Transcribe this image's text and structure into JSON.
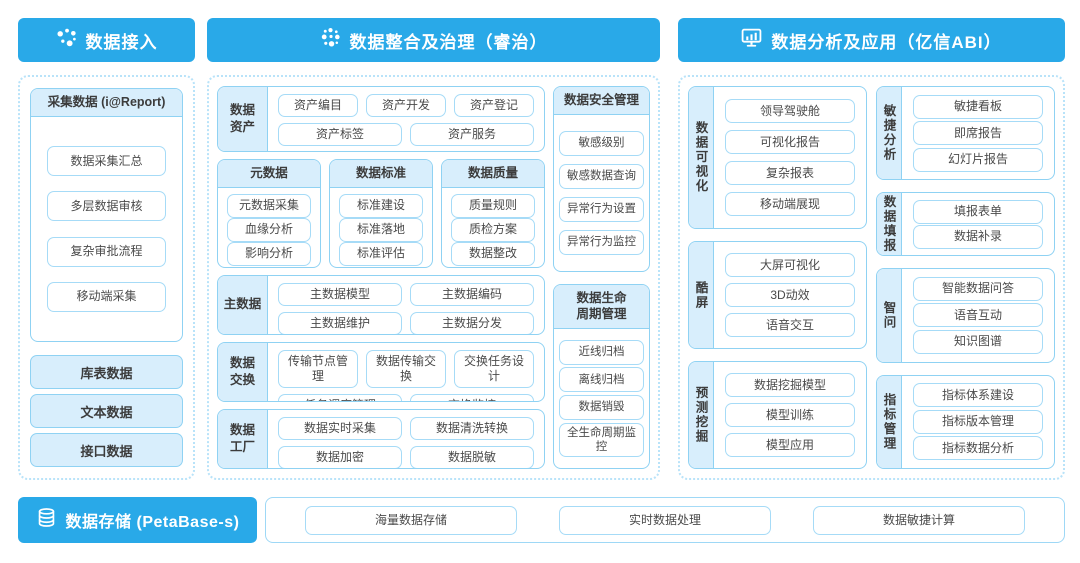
{
  "colors": {
    "accent_blue": "#29a9e8",
    "light_blue_fill": "#d8eefc",
    "card_border": "#8fd2f3",
    "item_border": "#a6dbf7",
    "dotted_border": "#b9e3f9",
    "text_dark": "#4a4a4a"
  },
  "headers": {
    "access": "数据接入",
    "governance": "数据整合及治理（睿治）",
    "analysis": "数据分析及应用（亿信ABI）",
    "storage": "数据存储 (PetaBase-s)"
  },
  "left_panel": {
    "collect_card": {
      "title": "采集数据 (i@Report)",
      "items": [
        "数据采集汇总",
        "多层数据审核",
        "复杂审批流程",
        "移动端采集"
      ]
    },
    "data_sources": [
      "库表数据",
      "文本数据",
      "接口数据"
    ]
  },
  "middle_panel": {
    "data_asset": {
      "label": "数据\n资产",
      "rows": [
        [
          "资产编目",
          "资产开发",
          "资产登记"
        ],
        [
          "资产标签",
          "资产服务"
        ]
      ]
    },
    "meta": {
      "title": "元数据",
      "items": [
        "元数据采集",
        "血缘分析",
        "影响分析"
      ]
    },
    "standard": {
      "title": "数据标准",
      "items": [
        "标准建设",
        "标准落地",
        "标准评估"
      ]
    },
    "quality": {
      "title": "数据质量",
      "items": [
        "质量规则",
        "质检方案",
        "数据整改"
      ]
    },
    "master": {
      "label": "主数据",
      "rows": [
        [
          "主数据模型",
          "主数据编码"
        ],
        [
          "主数据维护",
          "主数据分发"
        ]
      ]
    },
    "exchange": {
      "label": "数据\n交换",
      "rows": [
        [
          "传输节点管理",
          "数据传输交换",
          "交换任务设计"
        ],
        [
          "任务调度管理",
          "交换监控"
        ]
      ]
    },
    "factory": {
      "label": "数据\n工厂",
      "rows": [
        [
          "数据实时采集",
          "数据清洗转换"
        ],
        [
          "数据加密",
          "数据脱敏"
        ]
      ]
    },
    "security": {
      "title": "数据安全管理",
      "items": [
        "敏感级别",
        "敏感数据查询",
        "异常行为设置",
        "异常行为监控"
      ]
    },
    "lifecycle": {
      "title": "数据生命\n周期管理",
      "items": [
        "近线归档",
        "离线归档",
        "数据销毁",
        "全生命周期监控"
      ]
    }
  },
  "right_panel": {
    "visualization": {
      "label": "数据可视化",
      "items": [
        "领导驾驶舱",
        "可视化报告",
        "复杂报表",
        "移动端展现"
      ]
    },
    "cool_screen": {
      "label": "酷屏",
      "items": [
        "大屏可视化",
        "3D动效",
        "语音交互"
      ]
    },
    "predictive_mining": {
      "label": "预测挖掘",
      "items": [
        "数据挖掘模型",
        "模型训练",
        "模型应用"
      ]
    },
    "agile_analysis": {
      "label": "敏捷分析",
      "items": [
        "敏捷看板",
        "即席报告",
        "幻灯片报告"
      ]
    },
    "data_reporting": {
      "label": "数据填报",
      "items": [
        "填报表单",
        "数据补录"
      ]
    },
    "smart_qa": {
      "label": "智问",
      "items": [
        "智能数据问答",
        "语音互动",
        "知识图谱"
      ]
    },
    "indicator_mgmt": {
      "label": "指标管理",
      "items": [
        "指标体系建设",
        "指标版本管理",
        "指标数据分析"
      ]
    }
  },
  "bottom_panel": {
    "items": [
      "海量数据存储",
      "实时数据处理",
      "数据敏捷计算"
    ]
  }
}
